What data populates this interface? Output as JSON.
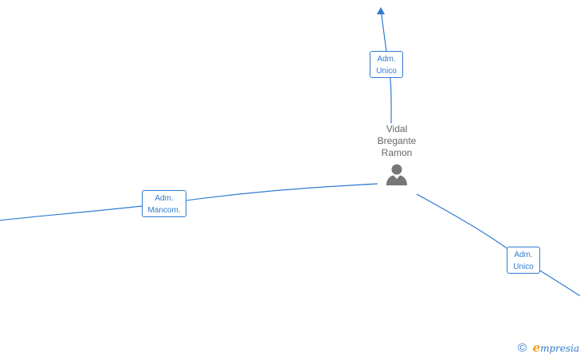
{
  "colors": {
    "edge": "#2f7bd1",
    "person_text": "#666666",
    "person_icon": "#777777",
    "brand_accent": "#f39c12"
  },
  "person": {
    "name_lines": [
      "Vidal",
      "Bregante",
      "Ramon"
    ],
    "icon": "person-icon"
  },
  "edges": {
    "top": {
      "lines": [
        "Adm.",
        "Unico"
      ]
    },
    "left": {
      "lines": [
        "Adm.",
        "Mancom."
      ]
    },
    "right": {
      "lines": [
        "Adm.",
        "Unico"
      ]
    }
  },
  "footer": {
    "copyright_symbol": "©",
    "brand_initial": "e",
    "brand_rest": "mpresia"
  }
}
